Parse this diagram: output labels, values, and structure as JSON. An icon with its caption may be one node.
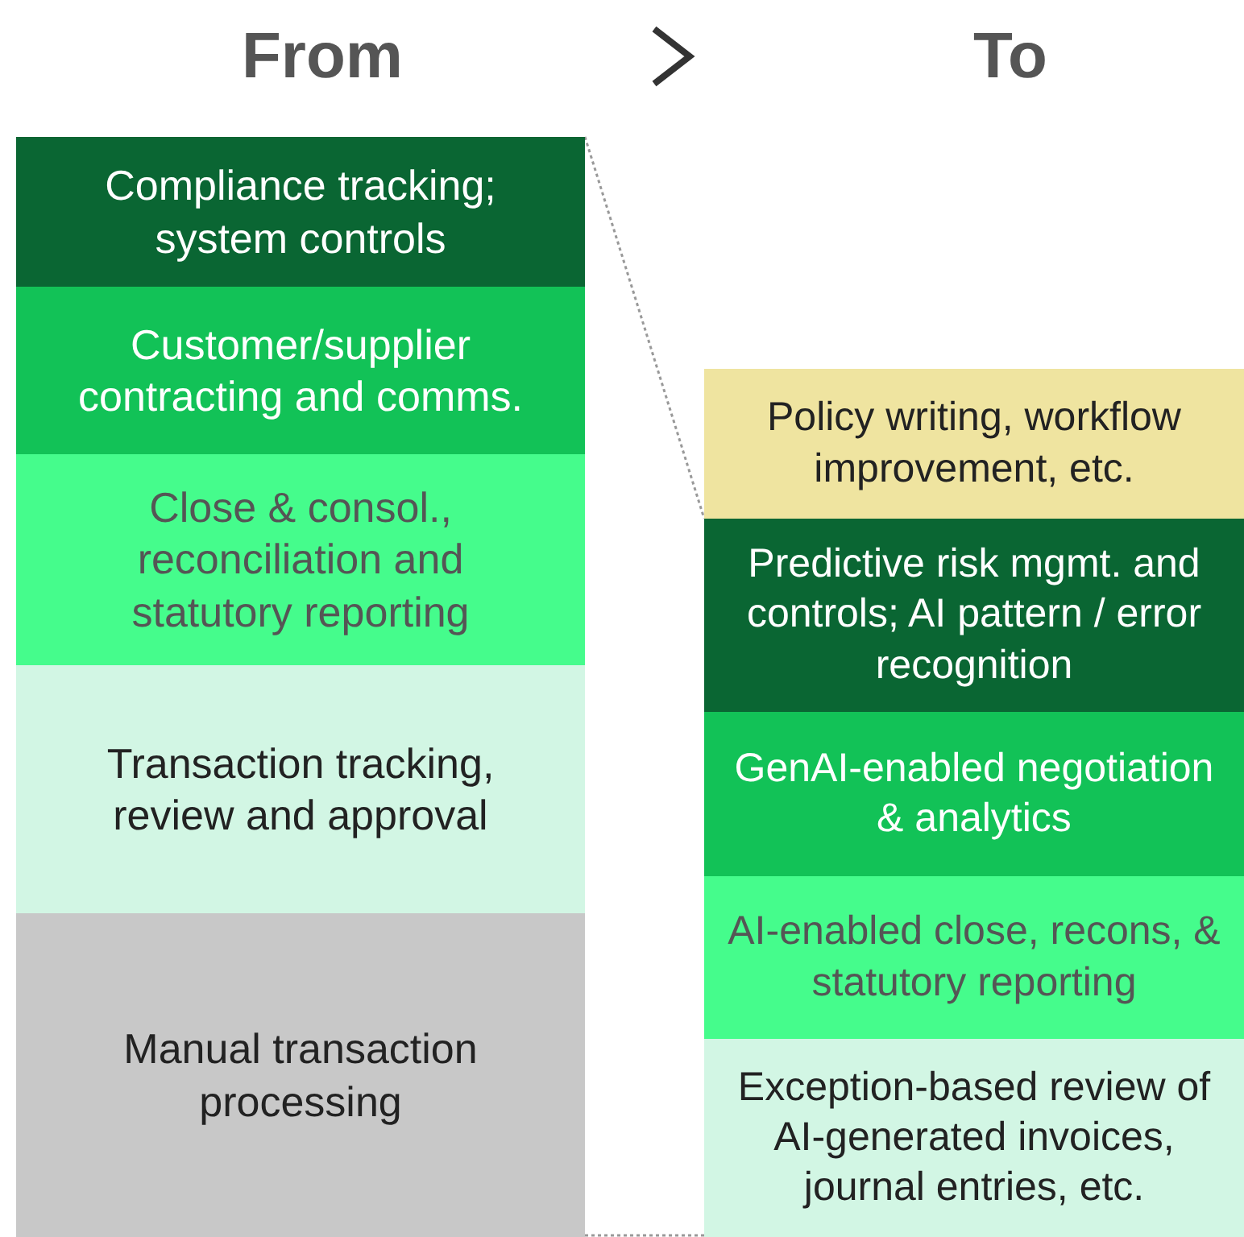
{
  "diagram": {
    "nodes": [
      {
        "text": [
          "Compliance tracking; system controls"
        ]
      },
      {
        "text": [
          "Customer/supplier contracting and comms."
        ]
      },
      {
        "text": [
          "Close & consol., reconciliation and statutory reporting"
        ]
      },
      {
        "text": [
          "Transaction tracking, review and approval"
        ]
      },
      {
        "text": [
          "Manual transaction processing"
        ]
      },
      {
        "text": [
          "Policy writing, workflow improvement, etc."
        ]
      },
      {
        "text": [
          "Predictive risk mgmt. and controls; AI pattern / error recognition"
        ]
      },
      {
        "text": [
          "GenAI-enabled negotiation & analytics"
        ]
      },
      {
        "text": [
          "AI-enabled close, recons, & statutory reporting"
        ]
      },
      {
        "text": [
          "Exception-based review of AI-generated invoices, journal entries, etc."
        ]
      }
    ],
    "edges": [
      {
        "from": 0,
        "to": 6,
        "arrow": "none",
        "style": "dashed"
      },
      {
        "from": 4,
        "to": 9,
        "arrow": "none",
        "style": "dashed"
      }
    ],
    "labels": [
      "From",
      "To"
    ]
  }
}
